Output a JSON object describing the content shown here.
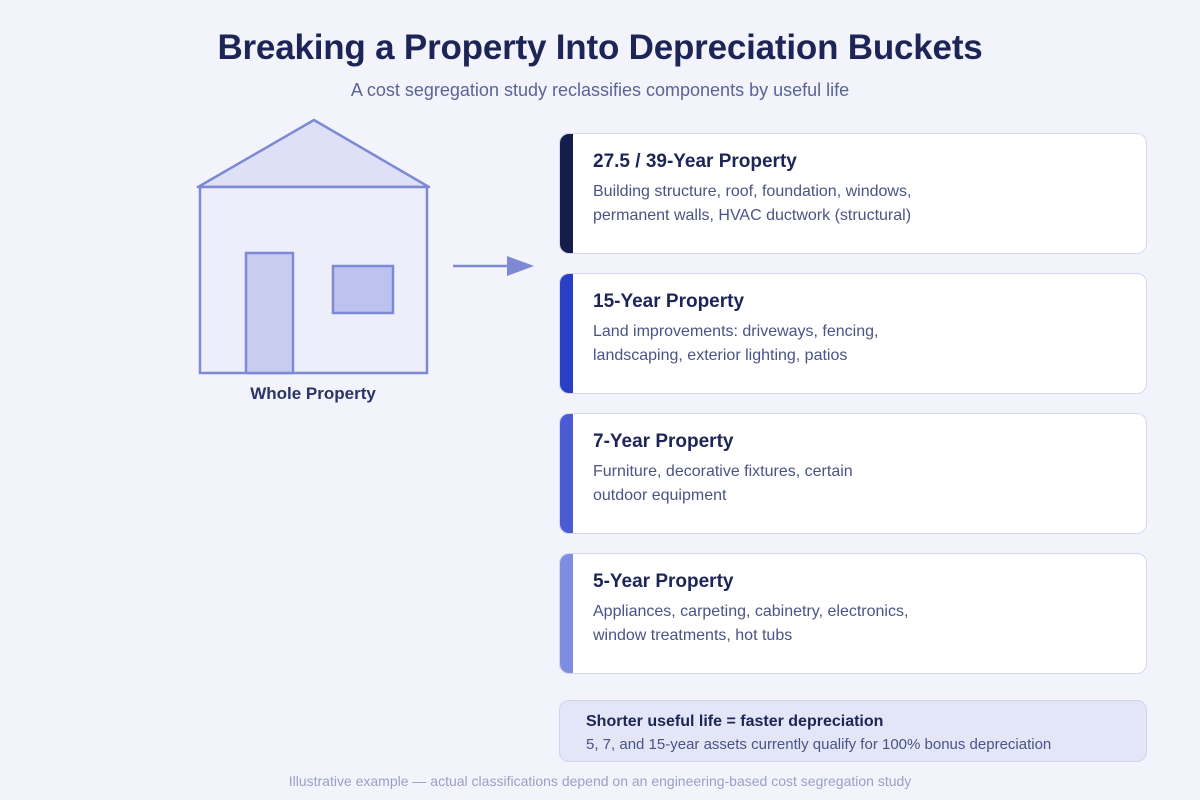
{
  "header": {
    "title": "Breaking a Property Into Depreciation Buckets",
    "subtitle": "A cost segregation study reclassifies components by useful life"
  },
  "house": {
    "label": "Whole Property",
    "colors": {
      "stroke": "#7d89d4",
      "roof_fill": "#dde0f6",
      "wall_fill": "#eceefa",
      "door_fill": "#c8cdf0",
      "window_fill": "#bcc3ee"
    }
  },
  "arrow": {
    "color": "#7d89d4"
  },
  "buckets": [
    {
      "title": "27.5 / 39-Year Property",
      "line1": "Building structure, roof, foundation, windows,",
      "line2": "permanent walls, HVAC ductwork (structural)",
      "color": "#141d4c"
    },
    {
      "title": "15-Year Property",
      "line1": "Land improvements: driveways, fencing,",
      "line2": "landscaping, exterior lighting, patios",
      "color": "#2a3fc6"
    },
    {
      "title": "7-Year Property",
      "line1": "Furniture, decorative fixtures, certain",
      "line2": "outdoor equipment",
      "color": "#4a5bd3"
    },
    {
      "title": "5-Year Property",
      "line1": "Appliances, carpeting, cabinetry, electronics,",
      "line2": "window treatments, hot tubs",
      "color": "#7e8ce2"
    }
  ],
  "summary": {
    "heading": "Shorter useful life = faster depreciation",
    "body": "5, 7, and 15-year assets currently qualify for 100% bonus depreciation"
  },
  "footnote": "Illustrative example — actual classifications depend on an engineering-based cost segregation study"
}
